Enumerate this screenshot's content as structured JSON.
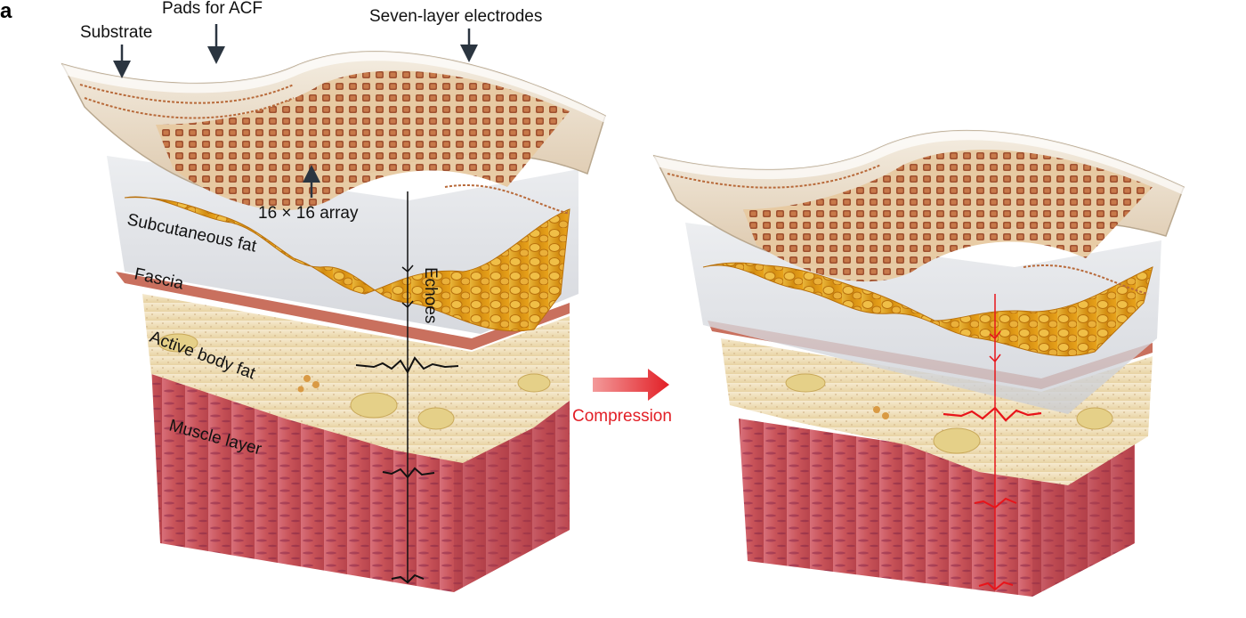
{
  "figure": {
    "panel_letter": "a",
    "labels": {
      "substrate": "Substrate",
      "pads": "Pads for ACF",
      "electrodes": "Seven-layer electrodes",
      "array": "16 × 16 array",
      "subcutaneous": "Subcutaneous fat",
      "fascia": "Fascia",
      "active_fat": "Active body fat",
      "muscle": "Muscle layer",
      "echoes": "Echoes",
      "compression": "Compression"
    },
    "colors": {
      "arrow_annotation": "#2b3540",
      "compression": "#e21f26",
      "echo_left": "#111111",
      "echo_right": "#e8141a",
      "muscle": "#c9545a",
      "fat_yellow": "#e3a21b",
      "tissue_cream": "#f1e3bd",
      "electrode": "#9c4a28"
    }
  }
}
